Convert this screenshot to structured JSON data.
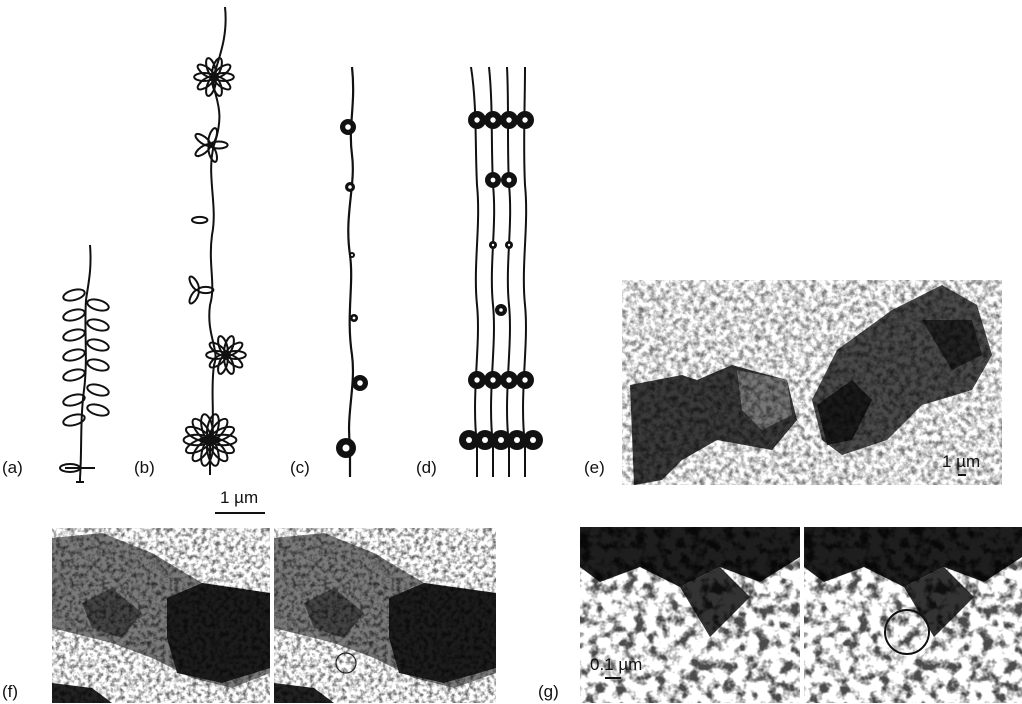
{
  "figure": {
    "panels": {
      "a": {
        "label": "(a)"
      },
      "b": {
        "label": "(b)"
      },
      "c": {
        "label": "(c)"
      },
      "d": {
        "label": "(d)"
      },
      "e": {
        "label": "(e)",
        "scale_bar": "1 µm"
      },
      "f": {
        "label": "(f)",
        "scale_bar": "1 µm"
      },
      "g": {
        "label": "(g)",
        "scale_bar": "0.1 µm"
      }
    }
  }
}
